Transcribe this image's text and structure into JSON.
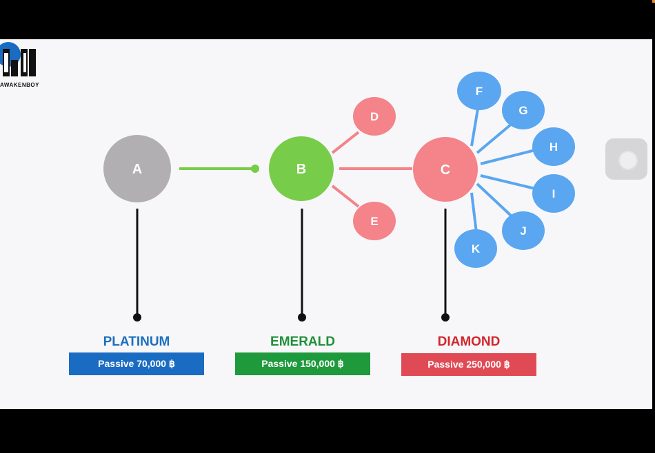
{
  "brand": {
    "text": "AWAKENBOY"
  },
  "nodes": {
    "A": {
      "label": "A",
      "color": "#b1afb2"
    },
    "B": {
      "label": "B",
      "color": "#77cc4a"
    },
    "C": {
      "label": "C",
      "color": "#f4838a"
    },
    "D": {
      "label": "D",
      "color": "#f4838a"
    },
    "E": {
      "label": "E",
      "color": "#f4838a"
    },
    "F": {
      "label": "F",
      "color": "#5aa6f0"
    },
    "G": {
      "label": "G",
      "color": "#5aa6f0"
    },
    "H": {
      "label": "H",
      "color": "#5aa6f0"
    },
    "I": {
      "label": "I",
      "color": "#5aa6f0"
    },
    "J": {
      "label": "J",
      "color": "#5aa6f0"
    },
    "K": {
      "label": "K",
      "color": "#5aa6f0"
    }
  },
  "tiers": [
    {
      "name": "PLATINUM",
      "name_color": "#1c6fc0",
      "box_label": "Passive 70,000 ฿",
      "box_color": "#1a6cc3"
    },
    {
      "name": "EMERALD",
      "name_color": "#1f8f3a",
      "box_label": "Passive 150,000 ฿",
      "box_color": "#1e9a3d"
    },
    {
      "name": "DIAMOND",
      "name_color": "#d2262e",
      "box_label": "Passive 250,000 ฿",
      "box_color": "#e04a55"
    }
  ],
  "controls": {
    "side_button_icon": "circle-button-icon"
  }
}
